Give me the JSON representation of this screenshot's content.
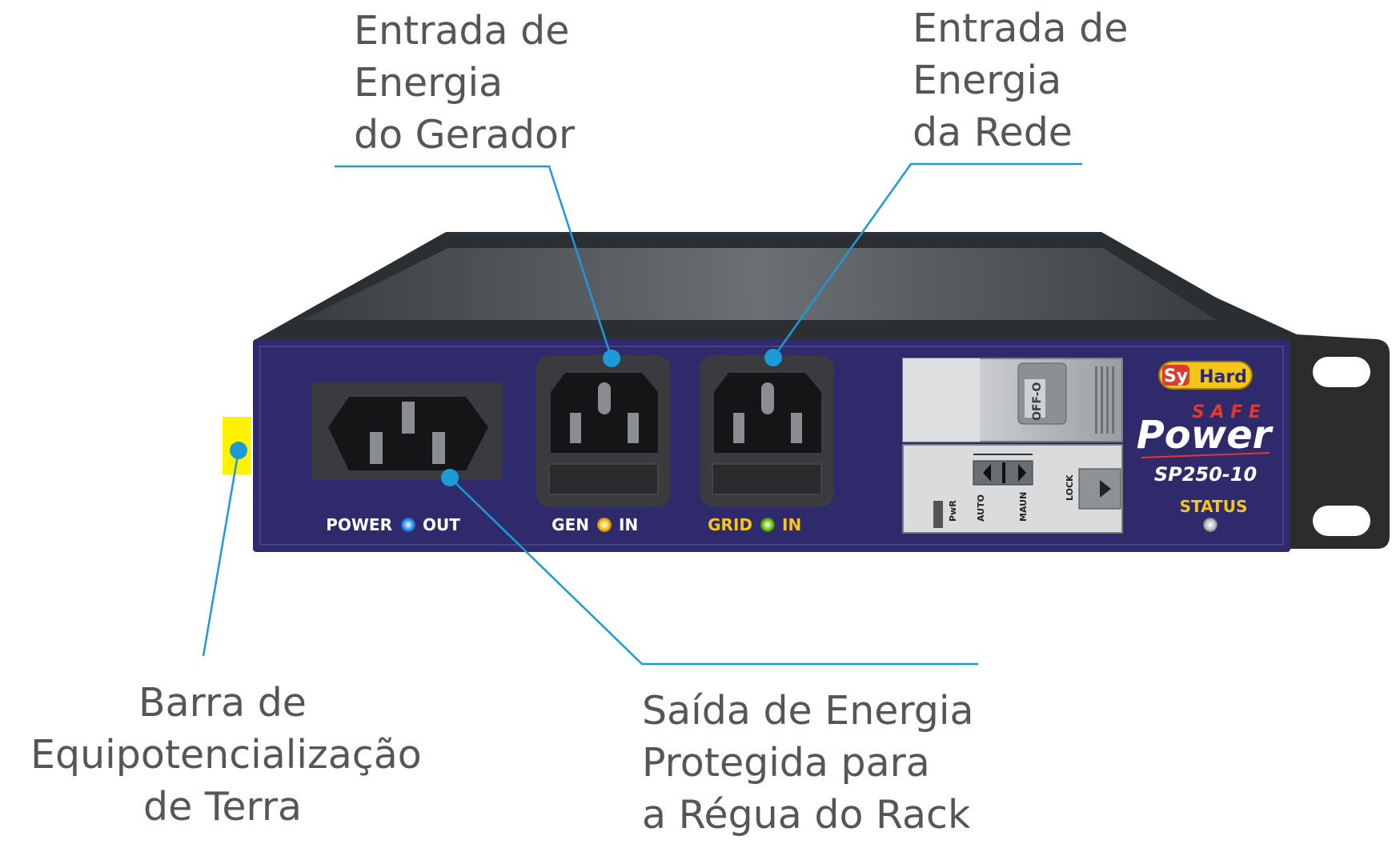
{
  "callouts": {
    "generator_input": {
      "lines": [
        "Entrada de",
        "Energia",
        "do Gerador"
      ]
    },
    "grid_input": {
      "lines": [
        "Entrada de",
        "Energia",
        "da Rede"
      ]
    },
    "ground_bar": {
      "lines": [
        "Barra de",
        "Equipotencialização",
        "de Terra"
      ]
    },
    "protected_output": {
      "lines": [
        "Saída de Energia",
        "Protegida para",
        "a Régua do Rack"
      ]
    }
  },
  "device": {
    "brand": {
      "sy": "Sy",
      "hard": "Hard"
    },
    "product": {
      "safe": "S A F E",
      "power": "Power"
    },
    "model": "SP250-10",
    "status_label": "STATUS",
    "ports": {
      "output": {
        "left": "POWER",
        "right": "OUT",
        "led": "#3aa7ff"
      },
      "generator": {
        "left": "GEN",
        "right": "IN",
        "led": "#ffc928"
      },
      "grid": {
        "left": "GRID",
        "right": "IN",
        "led": "#7ed321"
      }
    },
    "breaker_label": "OFF-O",
    "switch_labels": {
      "pwr": "PwR",
      "auto": "AUTO",
      "maun": "MAUN",
      "lock": "LOCK"
    }
  },
  "colors": {
    "leader": "#1e9ad6",
    "panel": "#2e2a6b",
    "chassis_top": "#4a4e52",
    "label_text": "#545759",
    "grid_label": "#f5c518",
    "brand_yellow": "#f5c518",
    "brand_red": "#e03a2e",
    "ground_tab": "#fff200"
  }
}
